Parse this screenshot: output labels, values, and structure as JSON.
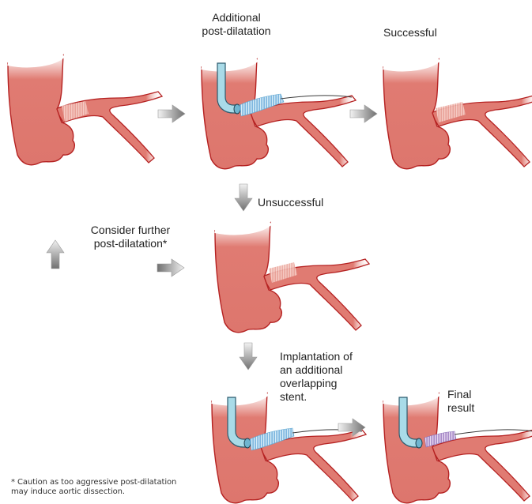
{
  "diagram": {
    "title": "",
    "colors": {
      "vessel_fill": "#e07b72",
      "vessel_outline": "#b52222",
      "stent_pattern": "#f4c1b8",
      "catheter": "#a9dbe8",
      "catheter_outline": "#2c5b6e",
      "balloon": "#79c3e3",
      "overlap_stent": "#9a86c8",
      "arrow": "#9a9a9a"
    },
    "steps": [
      {
        "id": "initial",
        "label": ""
      },
      {
        "id": "additional-post-dilatation",
        "label_lines": [
          "Additional",
          "post-dilatation"
        ]
      },
      {
        "id": "successful",
        "label": "Successful"
      },
      {
        "id": "unsuccessful",
        "label": "Unsuccessful"
      },
      {
        "id": "consider-further",
        "label_lines": [
          "Consider further",
          "post-dilatation*"
        ]
      },
      {
        "id": "implantation",
        "label_lines": [
          "Implantation of",
          "an additional",
          "overlapping",
          "stent."
        ]
      },
      {
        "id": "final-result",
        "label_lines": [
          "Final",
          "result"
        ]
      }
    ],
    "footnote_lines": [
      "* Caution as too aggressive post-dilatation",
      "may induce aortic dissection."
    ]
  }
}
